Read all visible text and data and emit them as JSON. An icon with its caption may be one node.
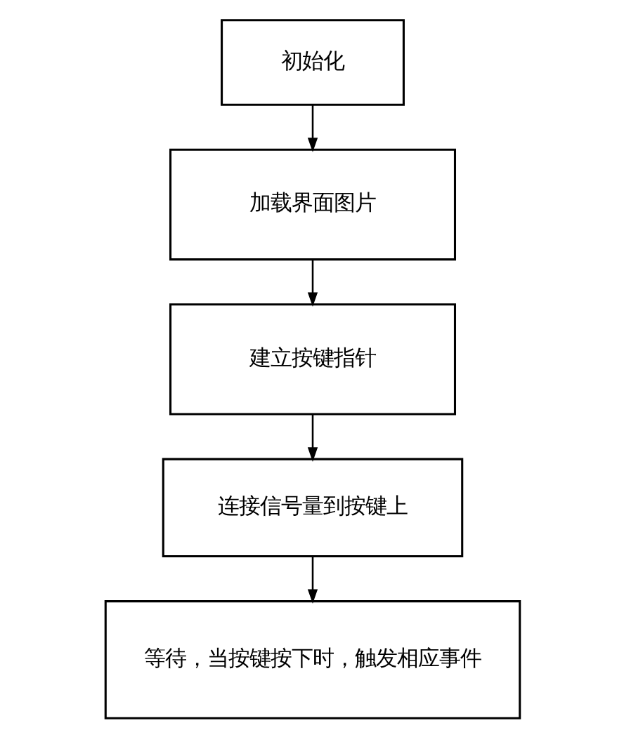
{
  "diagram": {
    "nodes": [
      {
        "text": [
          "初始化"
        ]
      },
      {
        "text": [
          "加载界面图片"
        ]
      },
      {
        "text": [
          "建立按键指针"
        ]
      },
      {
        "text": [
          "连接信号量到按键上"
        ]
      },
      {
        "text": [
          "等待，当按键按下时，触发相应事件"
        ]
      }
    ],
    "edges": [
      {
        "from": 0,
        "to": 1,
        "arrow": "to"
      },
      {
        "from": 1,
        "to": 2,
        "arrow": "to"
      },
      {
        "from": 2,
        "to": 3,
        "arrow": "to"
      },
      {
        "from": 3,
        "to": 4,
        "arrow": "to"
      }
    ]
  }
}
